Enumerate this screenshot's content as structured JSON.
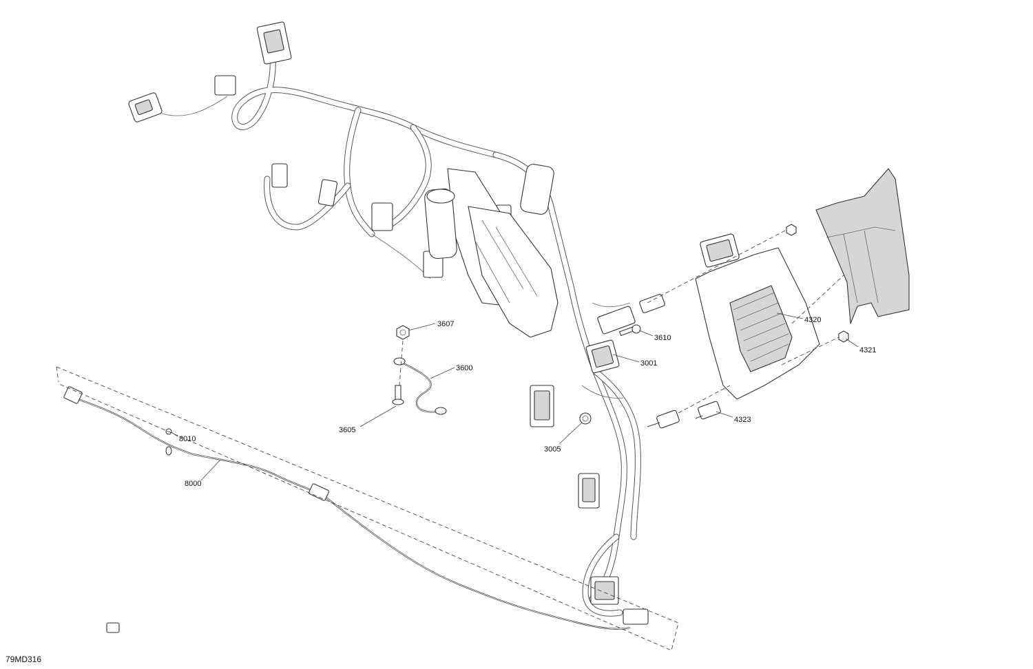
{
  "diagram": {
    "figure_code": "79MD316",
    "callouts": [
      {
        "id": "c3607",
        "label": "3607"
      },
      {
        "id": "c3600",
        "label": "3600"
      },
      {
        "id": "c3605",
        "label": "3605"
      },
      {
        "id": "c3610",
        "label": "3610"
      },
      {
        "id": "c3001",
        "label": "3001"
      },
      {
        "id": "c3005",
        "label": "3005"
      },
      {
        "id": "c4320",
        "label": "4320"
      },
      {
        "id": "c4321",
        "label": "4321"
      },
      {
        "id": "c4323",
        "label": "4323"
      },
      {
        "id": "c8010",
        "label": "8010"
      },
      {
        "id": "c8000",
        "label": "8000"
      }
    ]
  }
}
